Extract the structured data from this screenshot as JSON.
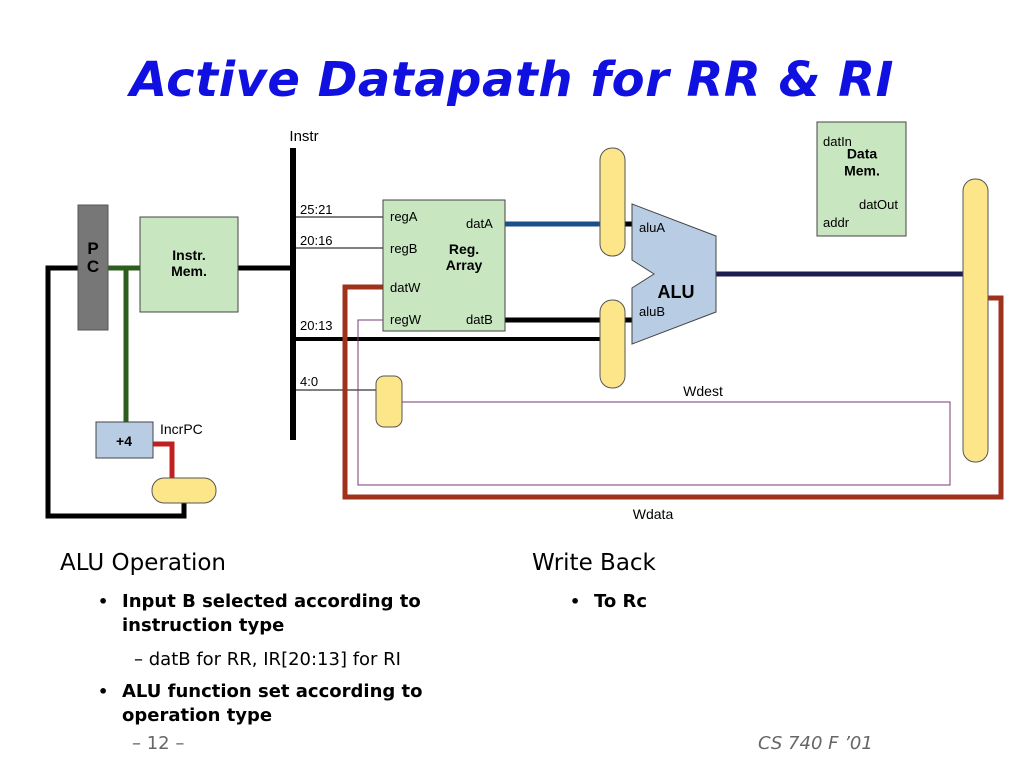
{
  "title": "Active Datapath for RR & RI",
  "diagram": {
    "instr": "Instr",
    "pc": "P\nC",
    "instr_mem": "Instr.\nMem.",
    "field_25_21": "25:21",
    "field_20_16": "20:16",
    "field_20_13": "20:13",
    "field_4_0": "4:0",
    "reg_array": "Reg.\nArray",
    "regA": "regA",
    "regB": "regB",
    "datW": "datW",
    "regW": "regW",
    "datA": "datA",
    "datB": "datB",
    "alu": "ALU",
    "aluA": "aluA",
    "aluB": "aluB",
    "data_mem": "Data\nMem.",
    "datIn": "datIn",
    "datOut": "datOut",
    "addr": "addr",
    "plus4": "+4",
    "incrpc": "IncrPC",
    "wdest": "Wdest",
    "wdata": "Wdata"
  },
  "left_col": {
    "heading": "ALU Operation",
    "bullet1": "Input B selected according to instruction type",
    "sub1": "datB for RR, IR[20:13] for RI",
    "bullet2": "ALU function set according to operation type"
  },
  "right_col": {
    "heading": "Write Back",
    "bullet1": "To Rc"
  },
  "footer": {
    "page": "– 12 –",
    "course": "CS 740 F ’01"
  },
  "colors": {
    "title": "#1010e0",
    "green_wire": "#2e5e1e",
    "brown_wire": "#a0321c",
    "blue_wire": "#1a4f8a",
    "navy_wire": "#1c1c50",
    "purple_wire": "#7a3a7a",
    "red_wire": "#c02020",
    "mux_fill": "#fde68a",
    "alu_fill": "#b8cce4",
    "mem_fill": "#c8e6c0"
  }
}
